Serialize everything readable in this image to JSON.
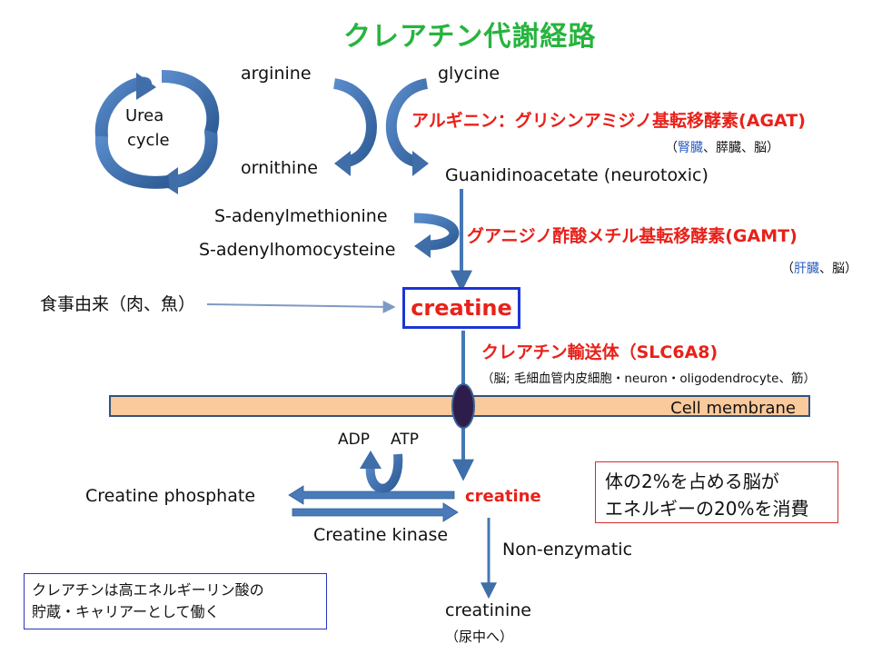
{
  "title": "クレアチン代謝経路",
  "urea_cycle": {
    "line1": "Urea",
    "line2": "cycle"
  },
  "compounds": {
    "arginine": "arginine",
    "glycine": "glycine",
    "ornithine": "ornithine",
    "guanidinoacetate": "Guanidinoacetate (neurotoxic)",
    "sam": "S-adenylmethionine",
    "sah": "S-adenylhomocysteine",
    "creatine_main": "creatine",
    "creatine_inner": "creatine",
    "creatine_phosphate": "Creatine phosphate",
    "creatinine": "creatinine",
    "adp": "ADP",
    "atp": "ATP"
  },
  "enzymes": {
    "agat": "アルギニン：グリシンアミジノ基転移酵素(AGAT)",
    "gamt": "グアニジノ酢酸メチル基転移酵素(GAMT)",
    "transporter": "クレアチン輸送体（SLC6A8)",
    "kinase": "Creatine kinase",
    "non_enzymatic": "Non-enzymatic"
  },
  "locations": {
    "agat_open": "（",
    "agat_kidney": "腎臓",
    "agat_sep1": "、",
    "agat_pancreas": "膵臓",
    "agat_rest": "、脳）",
    "gamt_open": "（",
    "gamt_liver": "肝臓",
    "gamt_rest": "、脳）",
    "transporter": "（脳; 毛細血管内皮細胞・neuron・oligodendrocyte、筋）",
    "urine": "（尿中へ）"
  },
  "diet": "食事由来（肉、魚）",
  "membrane": "Cell membrane",
  "info_brain": {
    "line1": "体の2%を占める脳が",
    "line2": "エネルギーの20%を消費"
  },
  "info_creatine": {
    "line1": "クレアチンは高エネルギーリン酸の",
    "line2": "貯蔵・キャリアーとして働く"
  },
  "colors": {
    "title": "#27b43e",
    "enzyme": "#e8211a",
    "arrow": "#4577b5",
    "membrane_fill": "#fac99c",
    "membrane_border": "#31537f",
    "transporter": "#2e1d4a",
    "box_border": "#1d34d6",
    "location_highlight": "#2f5fc7"
  },
  "icons": [
    "cycle-arrow-icon",
    "curved-arrow-icon",
    "transporter-icon"
  ]
}
